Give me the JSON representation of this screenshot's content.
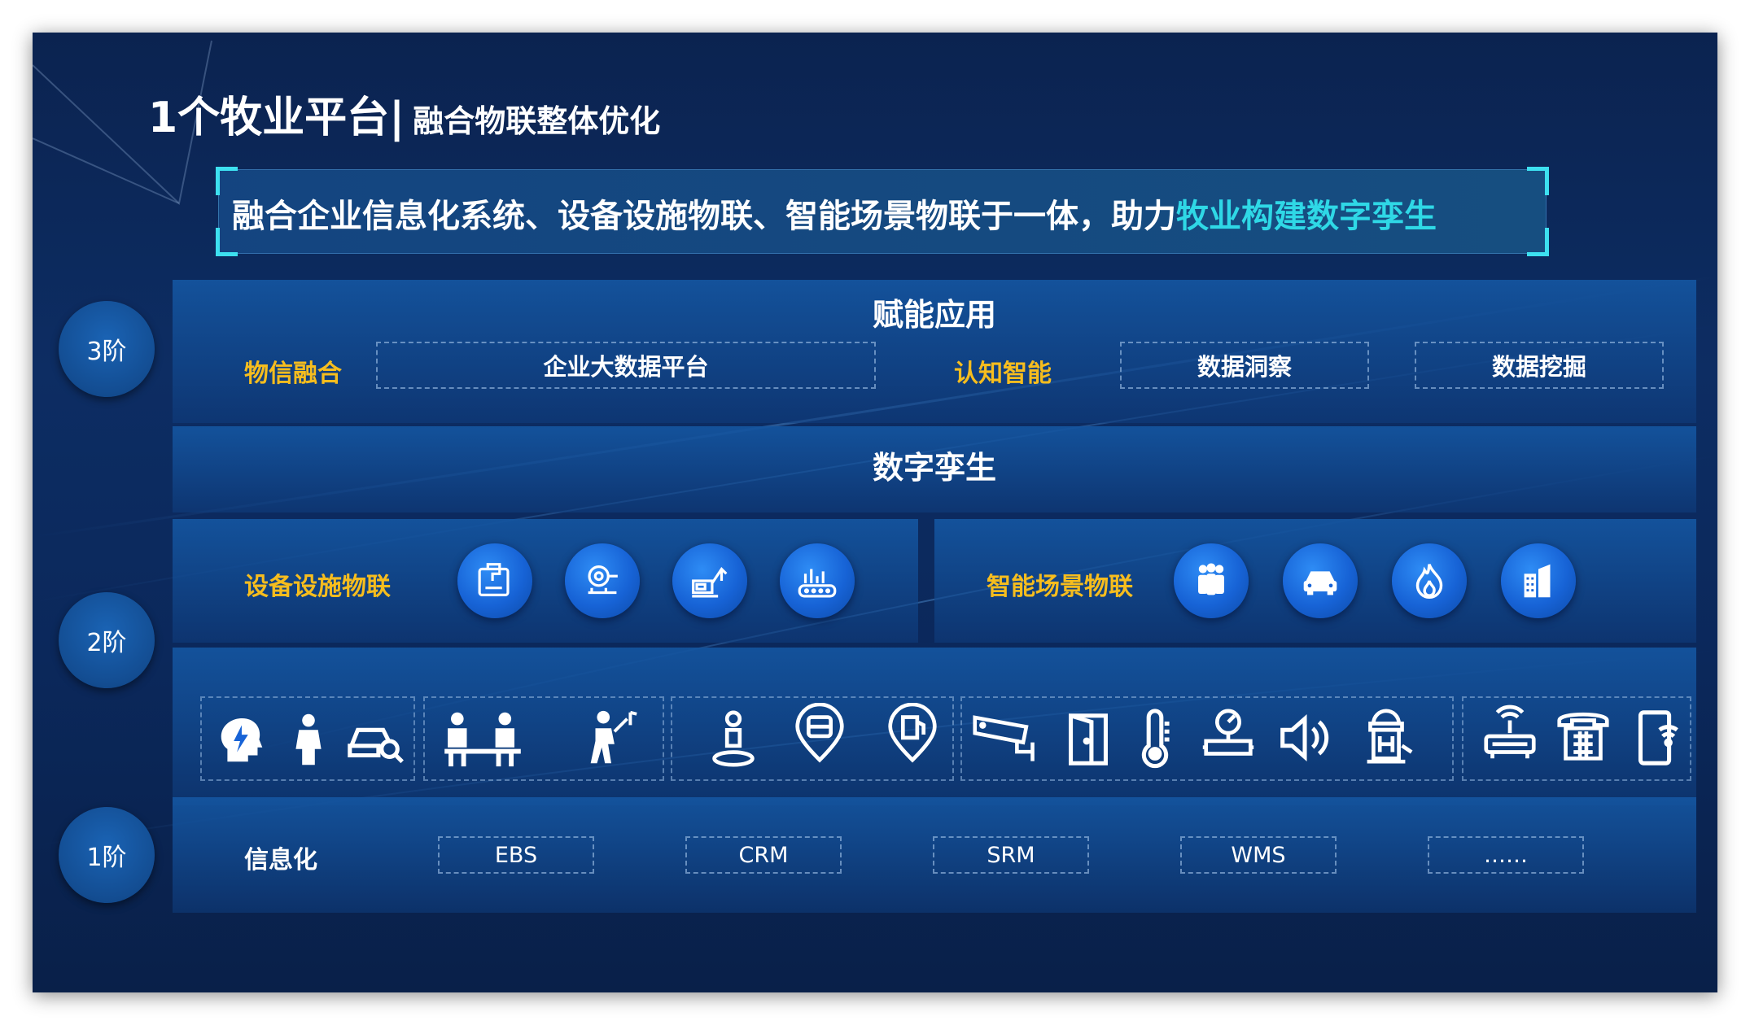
{
  "header": {
    "title": "1个牧业平台|",
    "subtitle": "融合物联整体优化"
  },
  "banner": {
    "text_main": "融合企业信息化系统、设备设施物联、智能场景物联于一体，助力",
    "text_highlight": "牧业构建数字孪生",
    "highlight_color": "#2fd8e6"
  },
  "tiers": {
    "tier3": {
      "label": "3阶",
      "title": "赋能应用",
      "left_label": "物信融合",
      "left_box": "企业大数据平台",
      "mid_label": "认知智能",
      "boxes": [
        "数据洞察",
        "数据挖掘"
      ]
    },
    "tier2": {
      "label": "2阶",
      "title": "数字孪生",
      "device_label": "设备设施物联",
      "device_icons": [
        "machine-tool-icon",
        "motor-icon",
        "excavator-icon",
        "production-line-icon"
      ],
      "scene_label": "智能场景物联",
      "scene_icons": [
        "people-group-icon",
        "car-icon",
        "fire-icon",
        "building-icon"
      ],
      "sensor_icons": [
        "head-bolt-icon",
        "woman-icon",
        "car-search-icon",
        "meeting-icon",
        "performer-icon",
        "location-person-icon",
        "location-bus-icon",
        "location-fuel-icon",
        "cctv-camera-icon",
        "door-icon",
        "thermometer-icon",
        "gauge-pipe-icon",
        "speaker-icon",
        "fire-hydrant-icon",
        "router-icon",
        "telephone-icon",
        "mobile-wifi-icon"
      ]
    },
    "tier1": {
      "label": "1阶",
      "title": "信息化",
      "systems": [
        "EBS",
        "CRM",
        "SRM",
        "WMS",
        "……"
      ]
    }
  },
  "colors": {
    "background": "#0b2350",
    "gold": "#f6bd1e",
    "accent_cyan": "#3de0f0",
    "icon_blue": "#1763d6"
  }
}
